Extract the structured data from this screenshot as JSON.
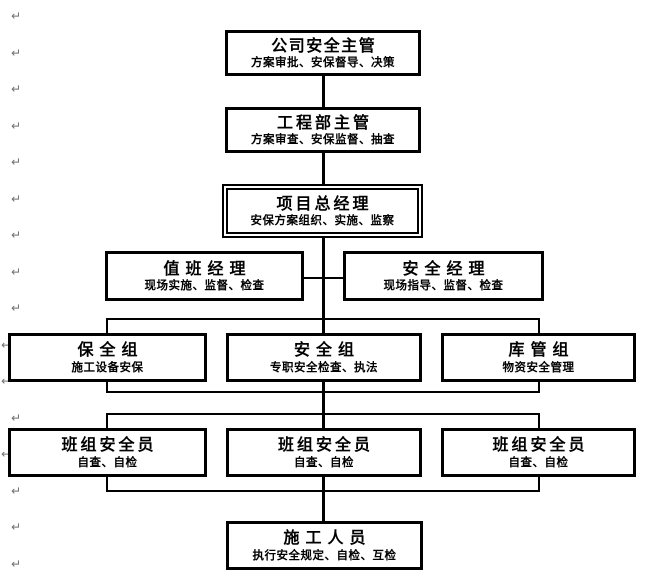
{
  "document": {
    "background_color": "#ffffff",
    "line_color": "#000000",
    "border_color": "#000000",
    "text_color": "#000000",
    "formatting_mark_color": "#6e7276"
  },
  "formatting_marks": {
    "glyph": "↵",
    "count": 16
  },
  "org_chart": {
    "boxes": [
      {
        "id": "company-safety-director",
        "title": "公司安全主管",
        "subtitle": "方案审批、安保督导、决策"
      },
      {
        "id": "engineering-dept-director",
        "title": "工程部主管",
        "subtitle": "方案审查、安保监督、抽查"
      },
      {
        "id": "project-general-manager",
        "title": "项目总经理",
        "subtitle": "安保方案组织、实施、监察",
        "double_border": true
      },
      {
        "id": "duty-manager",
        "title": "值班经理",
        "subtitle": "现场实施、监督、检查"
      },
      {
        "id": "safety-manager",
        "title": "安全经理",
        "subtitle": "现场指导、监督、检查"
      },
      {
        "id": "security-group",
        "title": "保全组",
        "subtitle": "施工设备安保"
      },
      {
        "id": "safety-group",
        "title": "安全组",
        "subtitle": "专职安全检查、执法"
      },
      {
        "id": "warehouse-group",
        "title": "库管组",
        "subtitle": "物资安全管理"
      },
      {
        "id": "team-safety-officer-1",
        "title": "班组安全员",
        "subtitle": "自查、自检"
      },
      {
        "id": "team-safety-officer-2",
        "title": "班组安全员",
        "subtitle": "自查、自检"
      },
      {
        "id": "team-safety-officer-3",
        "title": "班组安全员",
        "subtitle": "自查、自检"
      },
      {
        "id": "construction-workers",
        "title": "施工人员",
        "subtitle": "执行安全规定、自检、互检"
      }
    ]
  }
}
